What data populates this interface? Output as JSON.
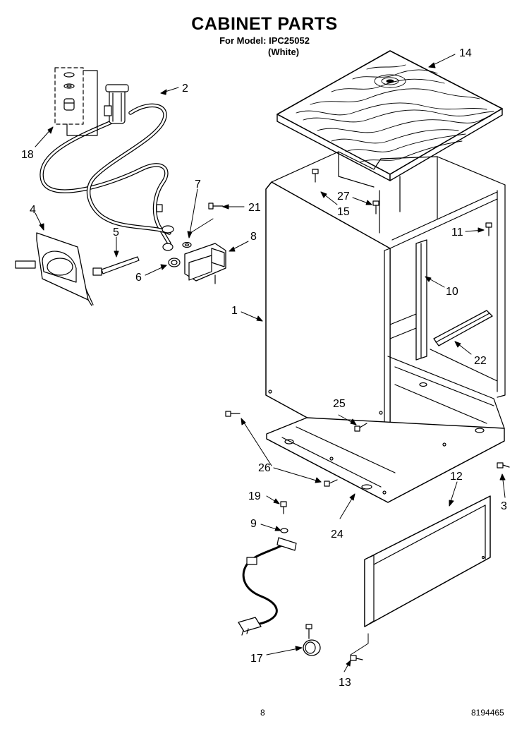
{
  "header": {
    "title": "CABINET PARTS",
    "model_line": "For Model: IPC25052",
    "color_line": "(White)"
  },
  "callouts": [
    "1",
    "2",
    "3",
    "4",
    "5",
    "6",
    "7",
    "8",
    "9",
    "10",
    "11",
    "12",
    "13",
    "14",
    "15",
    "17",
    "18",
    "19",
    "21",
    "22",
    "24",
    "25",
    "26",
    "27"
  ],
  "footer": {
    "page_number": "8",
    "document_code": "8194465"
  }
}
